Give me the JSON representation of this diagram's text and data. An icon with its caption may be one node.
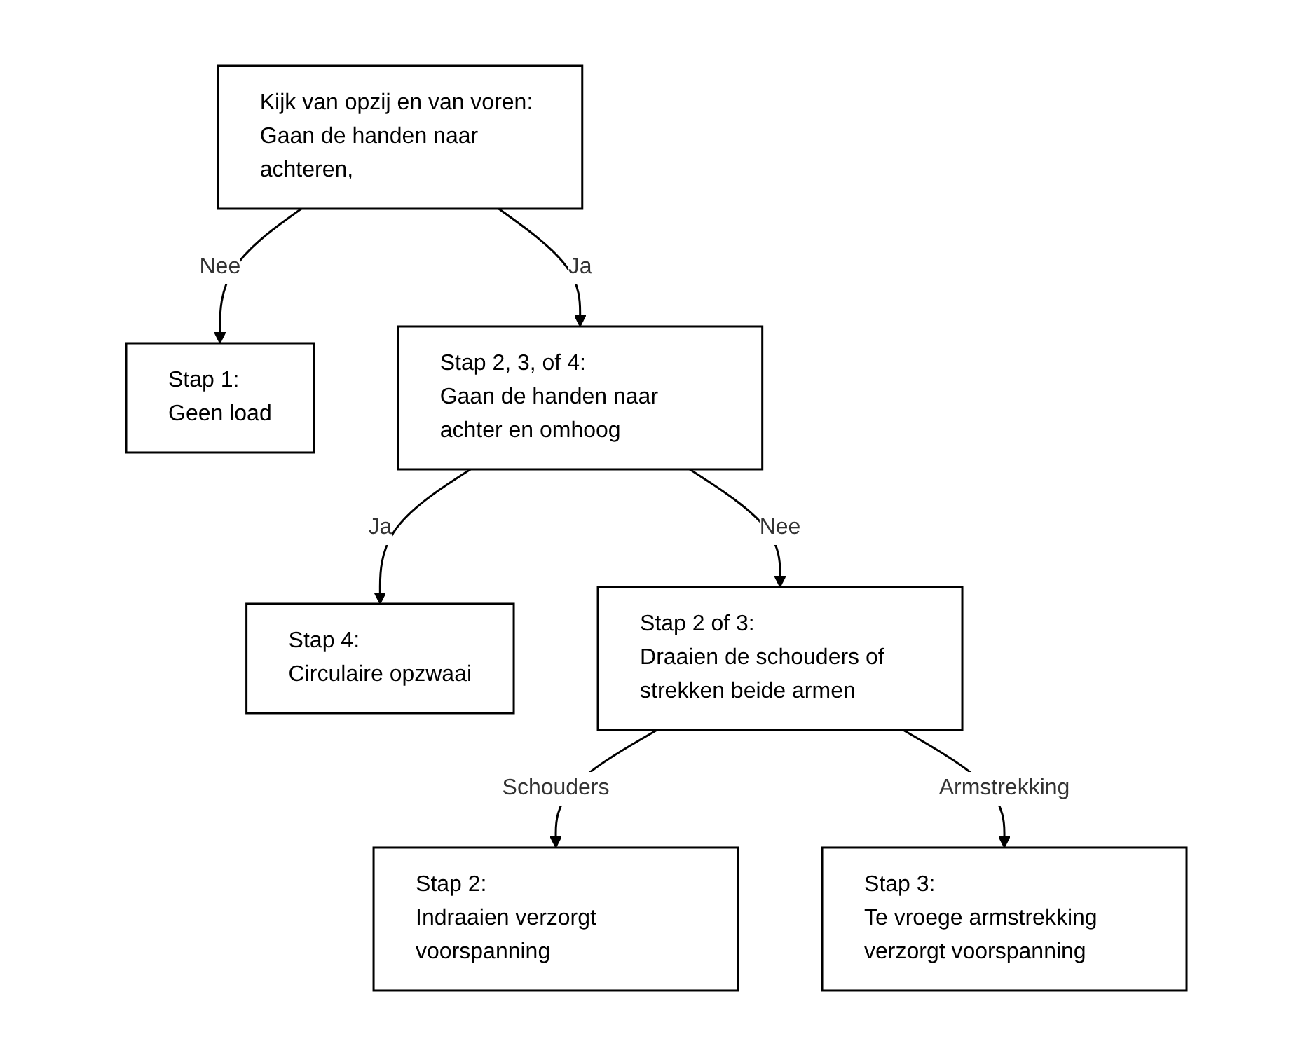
{
  "diagram": {
    "nodes": [
      {
        "text": [
          "Kijk van opzij en van voren:",
          "Gaan de handen naar achteren,"
        ]
      },
      {
        "text": [
          "Stap 1:",
          "Geen load"
        ]
      },
      {
        "text": [
          "Stap 2, 3, of 4:",
          "Gaan de handen naar achter en omhoog"
        ]
      },
      {
        "text": [
          "Stap 4:",
          "Circulaire opzwaai"
        ]
      },
      {
        "text": [
          "Stap 2 of 3:",
          "Draaien de schouders of strekken beide armen"
        ]
      },
      {
        "text": [
          "Stap 2:",
          "Indraaien verzorgt voorspanning"
        ]
      },
      {
        "text": [
          "Stap 3:",
          "Te vroege armstrekking verzorgt voorspanning"
        ]
      }
    ],
    "edges": [
      {
        "from": 0,
        "to": 1,
        "arrow": "to",
        "label": "Nee"
      },
      {
        "from": 0,
        "to": 2,
        "arrow": "to",
        "label": "Ja"
      },
      {
        "from": 2,
        "to": 3,
        "arrow": "to",
        "label": "Ja"
      },
      {
        "from": 2,
        "to": 4,
        "arrow": "to",
        "label": "Nee"
      },
      {
        "from": 4,
        "to": 5,
        "arrow": "to",
        "label": "Schouders"
      },
      {
        "from": 4,
        "to": 6,
        "arrow": "to",
        "label": "Armstrekking"
      }
    ]
  }
}
